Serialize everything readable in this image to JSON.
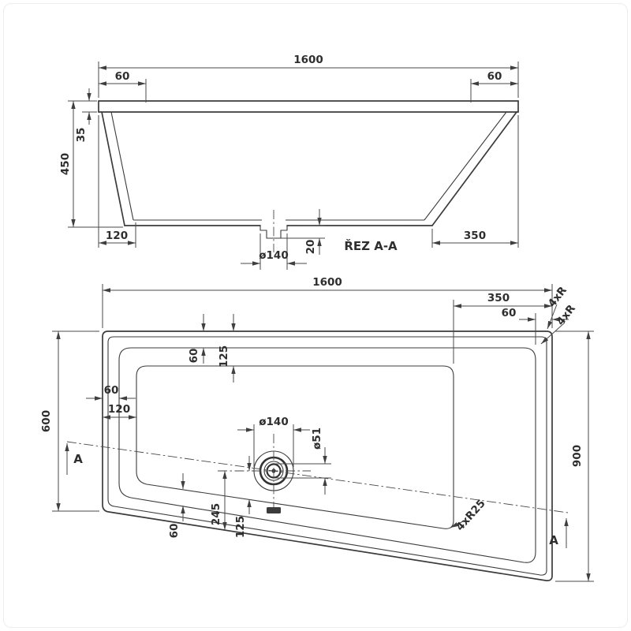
{
  "drawing": {
    "section": {
      "title": "ŘEZ A-A",
      "dim_overall": "1600",
      "dim_rim_left": "60",
      "dim_rim_right": "60",
      "dim_rim_height": "35",
      "dim_depth": "450",
      "dim_bottom_left": "120",
      "dim_drain": "ø140",
      "dim_drain_depth": "20",
      "dim_bottom_right": "350"
    },
    "plan": {
      "dim_overall": "1600",
      "dim_backrest": "350",
      "dim_rim_right": "60",
      "dim_radius_a": "4xR",
      "dim_radius_b": "4xR",
      "dim_width_left": "600",
      "dim_width_right": "900",
      "dim_top_rim": "60",
      "dim_top_floor": "125",
      "dim_left_rim": "60",
      "dim_left_floor": "120",
      "dim_drain": "ø140",
      "dim_waste": "ø51",
      "dim_bottom_rim": "60",
      "dim_drain_edge": "245",
      "dim_drain_floor": "125",
      "dim_floor_radius": "4xR25",
      "marker_a_left": "A",
      "marker_a_right": "A"
    }
  }
}
